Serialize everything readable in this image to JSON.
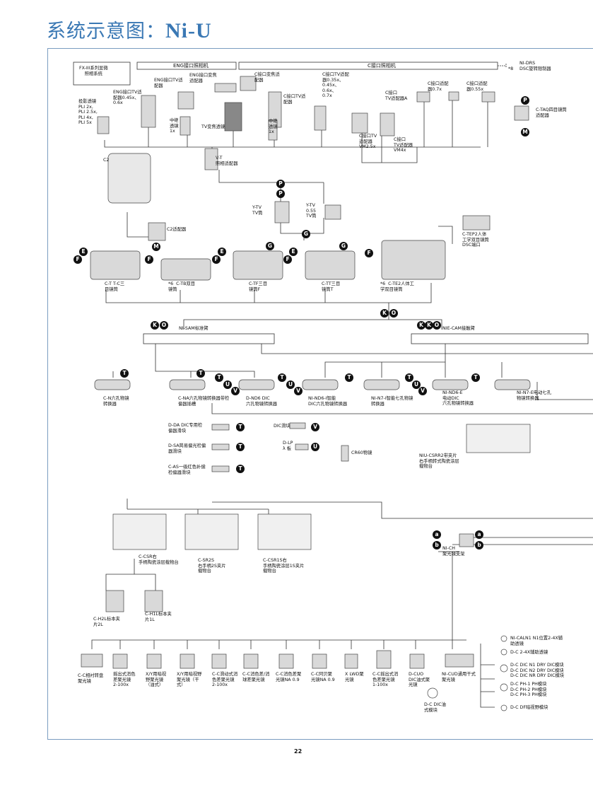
{
  "title": {
    "prefix": "系统示意图：",
    "model": "Ni-U"
  },
  "page_number": "22",
  "headers": {
    "eng_port": "ENG接口照相机",
    "c_port": "C接口照相机",
    "fx3": "FX-III系列显微\n照相系统",
    "nidrs": "NI-DRS\nDSC旋转限制器",
    "nidrs_note": "*8"
  },
  "labels": {
    "proj": "投影透镜\nPLI 2x,\nPLI 2.5x,\nPLI 4x,\nPLI 5x",
    "eng_tv045": "ENG接口TV适\n配器0.45x、\n0.6x",
    "eng_tv": "ENG接口TV适\n配器",
    "eng_zoom": "ENG接口变焦\n适配器",
    "relay1": "中继\n透镜\n1x",
    "tv_zoom": "TV变焦透镜",
    "c_zoom": "C接口变焦适\n配器",
    "c_tv": "C接口TV适\n配器",
    "relay2": "中继\n透镜\n1x",
    "c_tv035": "C接口TV适配\n器0.35x、\n0.45x、\n0.6x、\n0.7x",
    "c_tva": "C接口\nTV适配器A",
    "c_07": "C接口适配\n器0.7x",
    "c_055": "C接口适配\n器0.55x",
    "c_vm25": "C接口TV\n适配器\nVM2.5x",
    "c_vm4": "C接口\nTV适配器\nVM4x",
    "c_taq": "C-TAQ四目镜筒\n适配器",
    "vt": "V-T\n照相适配器",
    "c2": "C2",
    "ytv": "Y-TV\nTV筒",
    "ytv055": "Y-TV\n0.55\nTV筒",
    "c2_adapter": "C2适配器",
    "ctep2": "C-TEP2人体\n工学双目镜筒\nDSC端口",
    "ctc": "C-T T-C三\n目镜筒",
    "ctb": "*6  C-TB双目\n镜筒",
    "ctf": "C-TF三目\n镜筒F",
    "ctt": "C-TT三目\n镜筒T",
    "cte2": "*6  C-TE2人体工\n学双目镜筒",
    "nisam": "NI-SAM标准臂",
    "niecam": "NIE-CAM接触臂",
    "cn6": "C-N六孔物镜\n转换器",
    "cna6": "C-NA六孔物镜转换器带检\n偏器插槽",
    "dnd6": "D-ND6 DIC\n六孔物镜转换器",
    "nind6i": "NI-ND6-I智能\nDIC六孔物镜转换器",
    "nin7i": "NI-N7-I智能七孔物镜\n转换器",
    "nind6e": "NI-ND6-E\n电动DIC\n六孔物镜转换器",
    "nin7e": "NI-N7-E电动七孔\n物镜转换器",
    "dda": "D-DA DIC专用检\n偏器滑块",
    "dsa": "D-SA简易偏光检偏\n器滑块",
    "cas": "C-AS一级红色补偿\n检偏器滑块",
    "dic_slider": "DIC滑块",
    "dlp": "D-LP\nλ 板",
    "cr60": "CR60物镜",
    "niucsrr2": "NIU-CSRR2带夹片\n右手柄转式陶瓷涂层\n载物台",
    "ccsr": "C-CSR右\n手柄陶瓷涂层载物台",
    "csr2s": "C-SR2S\n右手柄2S夹片\n载物台",
    "ccsr1s": "C-CSR1S右\n手柄陶瓷涂层1S夹片\n载物台",
    "ch2l": "C-H2L标本夹\n片2L",
    "ch1l": "C-H1L标本夹\n片1L",
    "nich": "NI-CH\n聚光镜支架",
    "c_phase": "C-C相衬转盘\n聚光镜",
    "swing_achro": "摇出式消色\n差聚光镜\n2-100x",
    "xy_dark_oil": "X/Y用暗视\n野聚光镜\n（油式）",
    "xy_dark_dry": "X/Y用暗视野\n聚光镜（干\n式）",
    "slide_achro": "C-C滑动式消\n色差聚光镜\n2-100x",
    "achro_aplan": "C-C消色差/消\n球差聚光镜",
    "achro_09": "C-C消色差聚\n光镜NA 0.9",
    "abbe_09": "C-C阿贝聚\n光镜NA 0.9",
    "xlwd": "X LWD聚\n光镜",
    "swing_achro2": "C-C摇出式消\n色差聚光镜\n1-100x",
    "dcuo": "D-CUO\nDIC油式聚\n光镜",
    "nicud": "NI-CUD通用干式\n聚光镜",
    "dic_oil_mod": "D-C DIC油\n式模块",
    "calnl": "NI-CALN1 N1位置2-4X辅\n助透镜",
    "dc24": "D-C 2-4X辅助透镜",
    "dic_dry": "D-C DIC N1 DRY DIC模块\nD-C DIC N2 DRY DIC模块\nD-C DIC NR DRY DIC模块",
    "ph": "D-C PH-1 PH模块\nD-C PH-2 PH模块\nD-C PH-3 PH模块",
    "df": "D-C DF暗视野模块"
  },
  "pins": {
    "E": "E",
    "F": "F",
    "G": "G",
    "P": "P",
    "M": "M",
    "K": "K",
    "O": "O",
    "T": "T",
    "U": "U",
    "V": "V",
    "a": "a",
    "b": "b"
  }
}
